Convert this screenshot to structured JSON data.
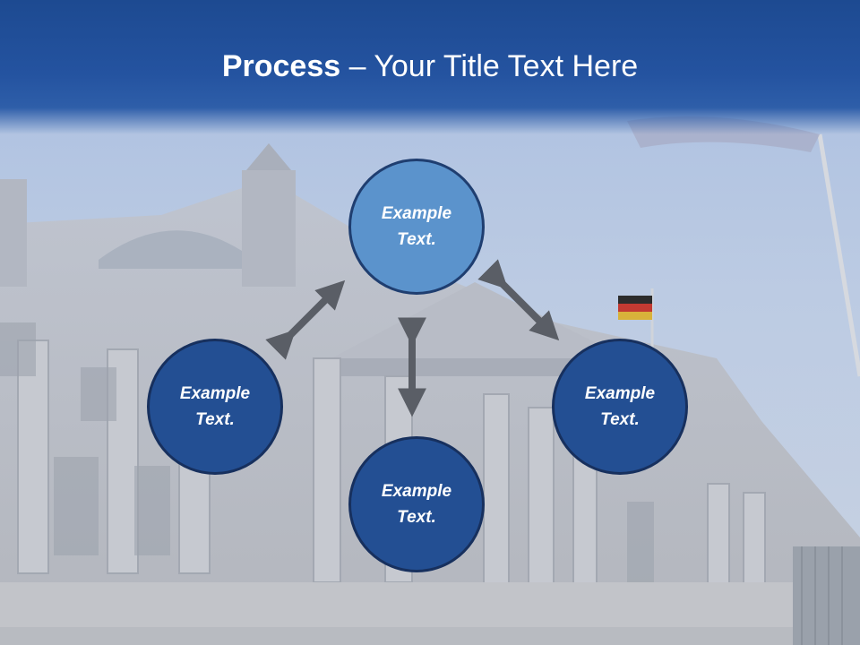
{
  "slide": {
    "title_bold": "Process",
    "title_rest": " – Your Title Text Here"
  },
  "nodes": [
    {
      "id": "top",
      "line1": "Example",
      "line2": "Text."
    },
    {
      "id": "left",
      "line1": "Example",
      "line2": "Text."
    },
    {
      "id": "right",
      "line1": "Example",
      "line2": "Text."
    },
    {
      "id": "bottom",
      "line1": "Example",
      "line2": "Text."
    }
  ],
  "colors": {
    "title_bar": "#2453a0",
    "node_dark": "#234f93",
    "node_light": "#5b93cc",
    "arrow": "#5a5e66"
  },
  "icons": [
    "double-arrow-icon"
  ]
}
